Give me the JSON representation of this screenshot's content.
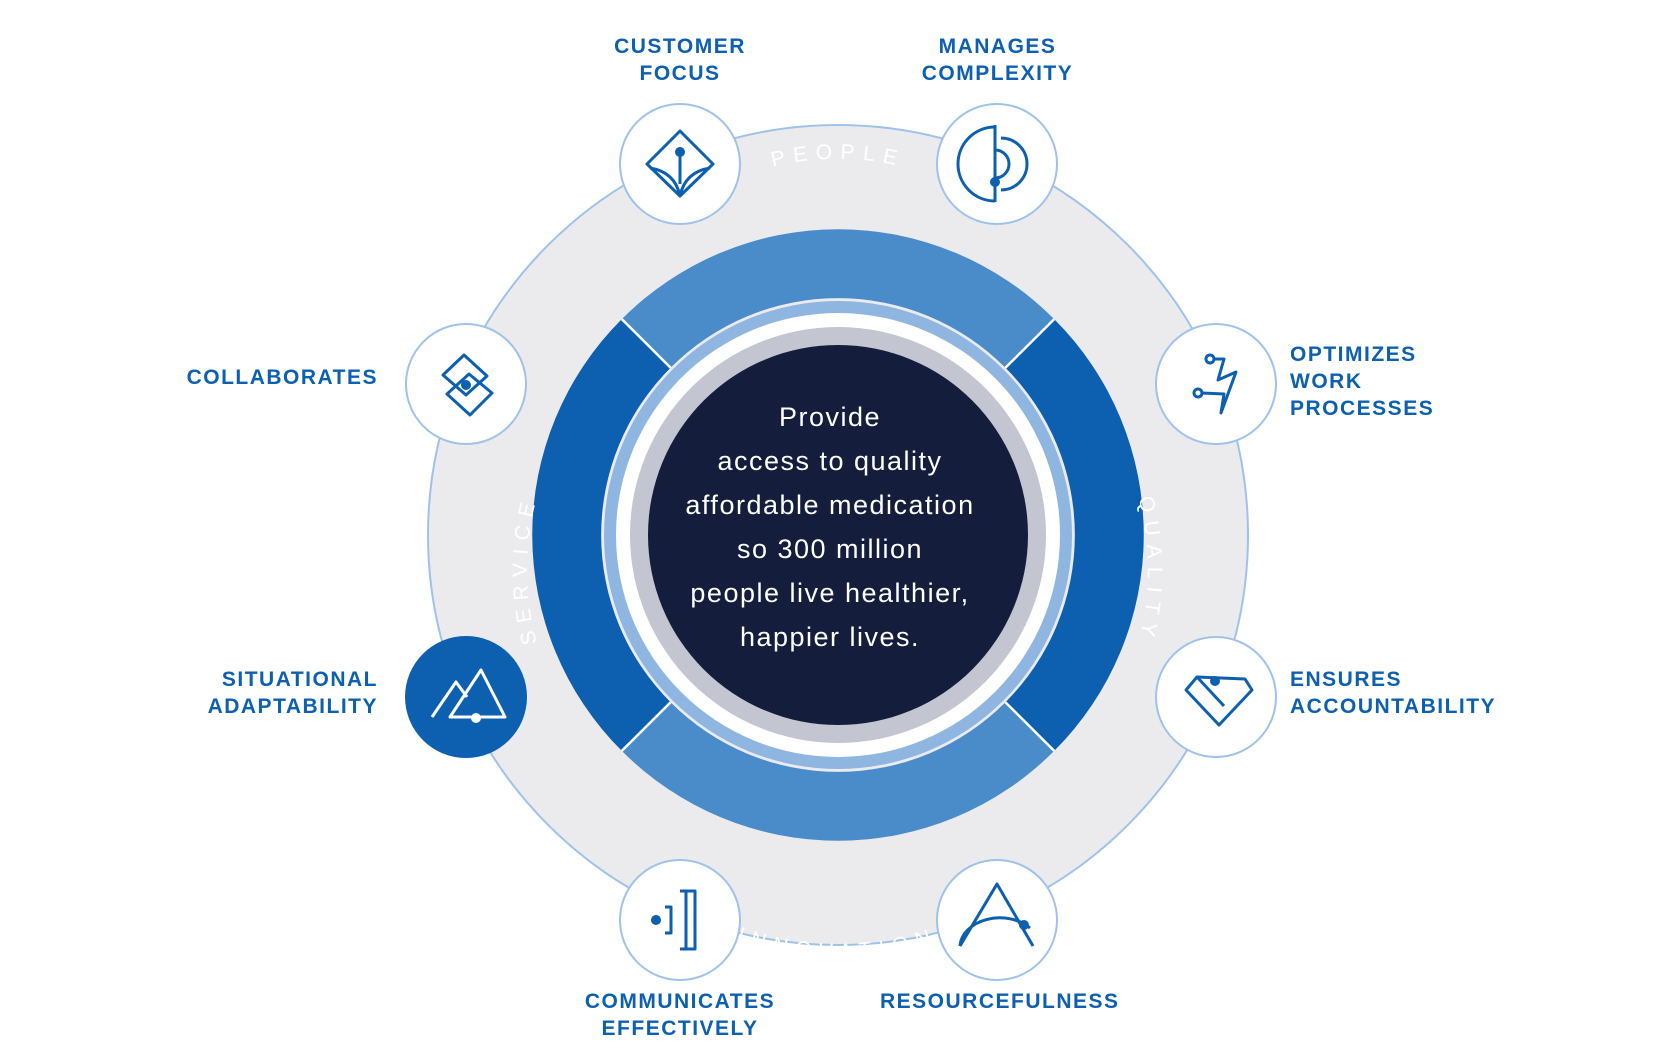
{
  "center": {
    "mission": "Provide\naccess to quality\naffordable medication\nso 300 million\npeople live healthier,\nhappier lives."
  },
  "values": {
    "people": "PEOPLE",
    "quality": "QUALITY",
    "innovation": "INNOVATION",
    "service": "SERVICE"
  },
  "competencies": {
    "customer_focus": "CUSTOMER\nFOCUS",
    "manages_complexity": "MANAGES\nCOMPLEXITY",
    "optimizes_work_processes": "OPTIMIZES\nWORK\nPROCESSES",
    "ensures_accountability": "ENSURES\nACCOUNTABILITY",
    "resourcefulness": "RESOURCEFULNESS",
    "communicates_effectively": "COMMUNICATES\nEFFECTIVELY",
    "situational_adaptability": "SITUATIONAL\nADAPTABILITY",
    "collaborates": "COLLABORATES"
  },
  "highlighted": "situational_adaptability",
  "colors": {
    "brand_blue": "#0d5fb0",
    "mid_blue": "#4a8cc9",
    "navy": "#141e3c",
    "ring_gray": "#ebebee",
    "light_outline": "#9fc2ea"
  }
}
